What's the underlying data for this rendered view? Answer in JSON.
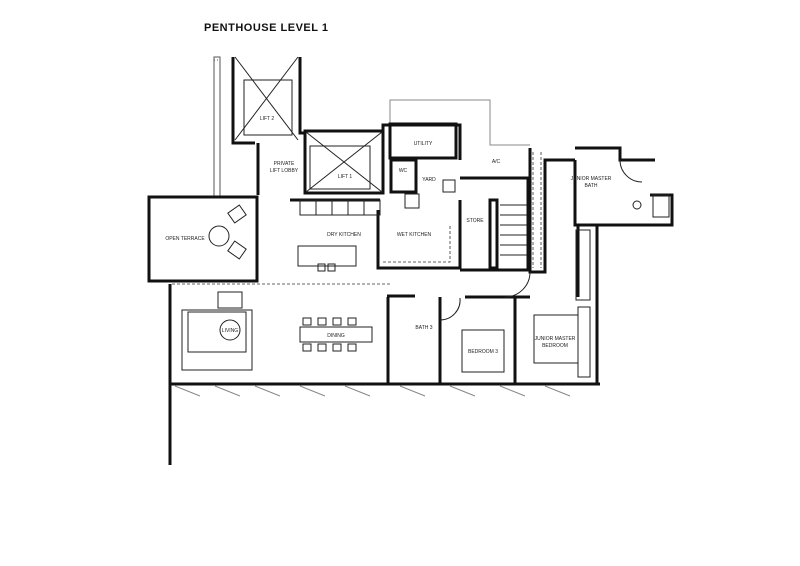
{
  "title": "PENTHOUSE LEVEL 1",
  "rooms": {
    "lift2": "LIFT 2",
    "lift1": "LIFT 1",
    "lobby1": "PRIVATE",
    "lobby2": "LIFT LOBBY",
    "utility": "UTILITY",
    "wc": "WC",
    "yard": "YARD",
    "ac": "A/C",
    "store": "STORE",
    "dry_kitchen": "DRY KITCHEN",
    "wet_kitchen": "WET KITCHEN",
    "open_terrace": "OPEN TERRACE",
    "living": "LIVING",
    "dining": "DINING",
    "bath3": "BATH 3",
    "bedroom3": "BEDROOM 3",
    "jm_bath1": "JUNIOR MASTER",
    "jm_bath2": "BATH",
    "jm_bed1": "JUNIOR MASTER",
    "jm_bed2": "BEDROOM"
  }
}
